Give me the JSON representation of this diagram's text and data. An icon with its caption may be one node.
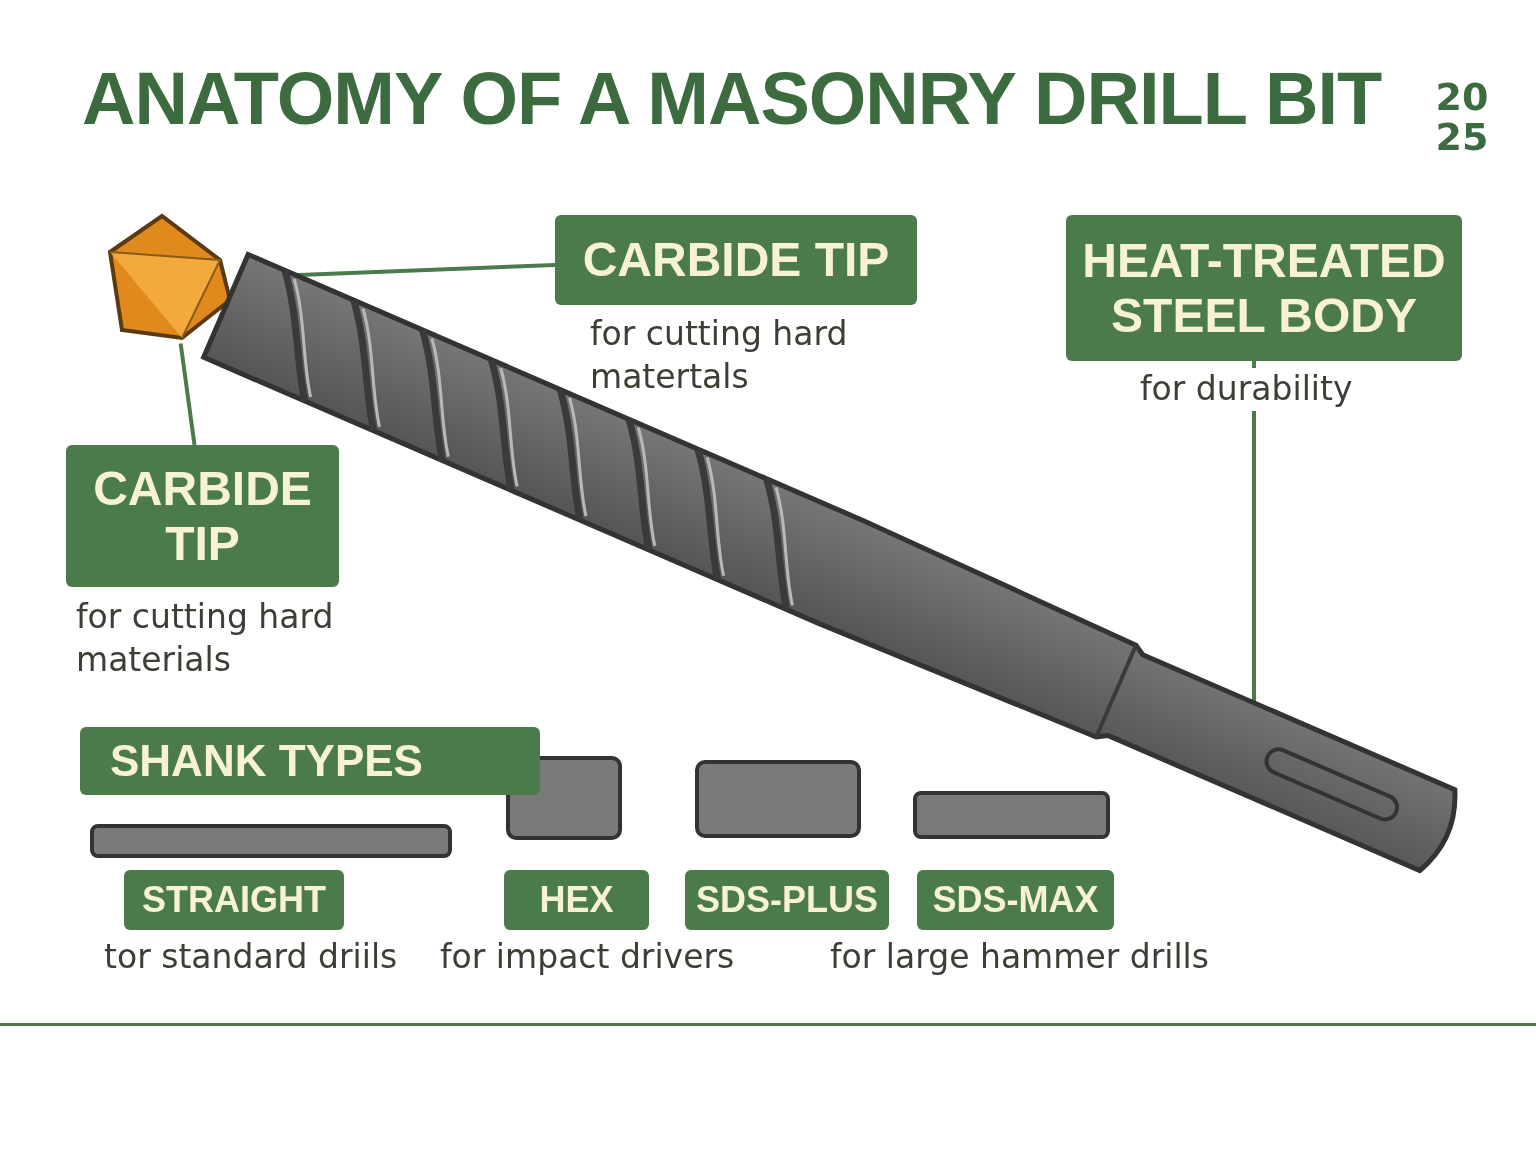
{
  "diagram": {
    "title": "ANATOMY OF A MASONRY DRILL BIT",
    "nodes": [
      {
        "text": [
          "CARBIDE TIP"
        ],
        "beside": [
          "for cutting hard matertals"
        ]
      },
      {
        "text": [
          "HEAT-TREATED STEEL BODY"
        ],
        "beside": [
          "for durability"
        ]
      },
      {
        "text": [
          "CARBIDE TIP"
        ],
        "beside": [
          "for cutting hard materials"
        ]
      },
      {
        "text": [],
        "shape": "picture"
      },
      {
        "text": [],
        "shape": "picture"
      },
      {
        "text": [
          "SHANK TYPES"
        ]
      },
      {
        "text": [
          "STRAIGHT"
        ],
        "beside": [
          "tor standard driils"
        ]
      },
      {
        "text": [
          "HEX"
        ],
        "beside": [
          "for impact drivers"
        ]
      },
      {
        "text": [
          "SDS-PLUS"
        ]
      },
      {
        "text": [
          "SDS-MAX"
        ],
        "beside": [
          "for large hammer drills"
        ]
      }
    ],
    "edges": [
      {
        "from": 0,
        "to": 3,
        "arrow": "none"
      },
      {
        "from": 2,
        "to": 3,
        "arrow": "none"
      },
      {
        "from": 1,
        "to": 4,
        "arrow": "none"
      }
    ],
    "labels": [
      "20 25"
    ]
  }
}
